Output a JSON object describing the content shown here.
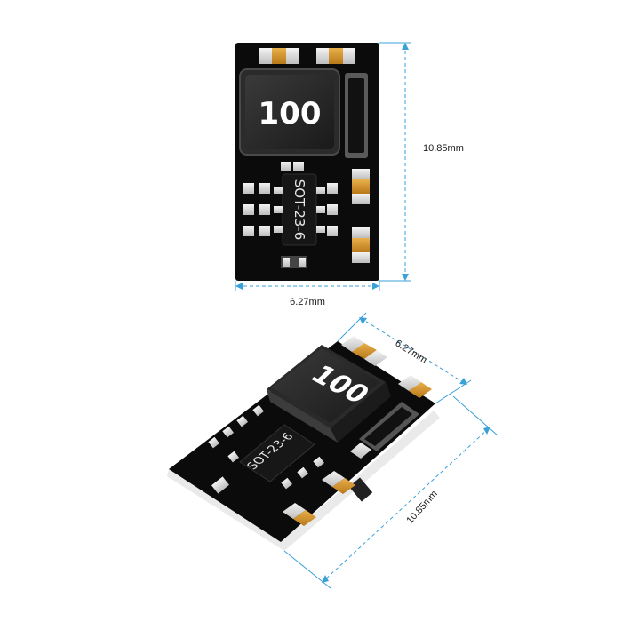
{
  "top_view": {
    "inductor_marking": "100",
    "ic_marking": "SOT-23-6",
    "height_label": "10.85mm",
    "width_label": "6.27mm"
  },
  "angled_view": {
    "inductor_marking": "100",
    "ic_marking": "SOT-23-6",
    "width_label": "6.27mm",
    "length_label": "10.85mm"
  },
  "colors": {
    "pcb": "#0b0b0b",
    "dimension_line": "#3aa0d8",
    "pad_gold": "#d99a2b",
    "inductor_body": "#1e1e1e"
  }
}
